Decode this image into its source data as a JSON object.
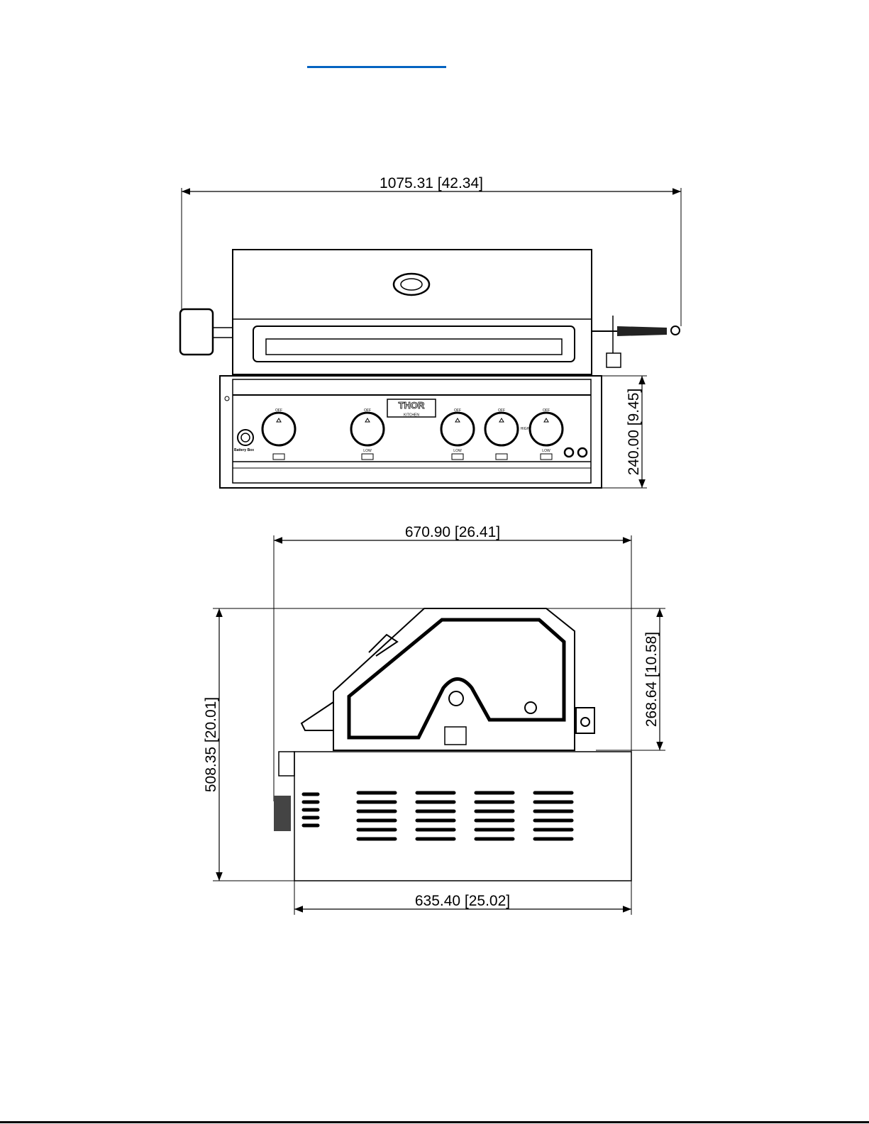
{
  "colors": {
    "link": "#0563c1",
    "line": "#000000"
  },
  "front_view": {
    "overall_width": "1075.31 [42.34]",
    "control_height": "240.00 [9.45]",
    "brand": "THOR",
    "brand_sub": "KITCHEN",
    "battery_label": "Battery Box",
    "knob_off": "OFF",
    "knob_low": "LOW",
    "knob_high": "HIGH"
  },
  "side_view": {
    "lid_depth": "670.90 [26.41]",
    "overall_height": "508.35 [20.01]",
    "lid_height": "268.64 [10.58]",
    "base_depth": "635.40 [25.02]"
  }
}
